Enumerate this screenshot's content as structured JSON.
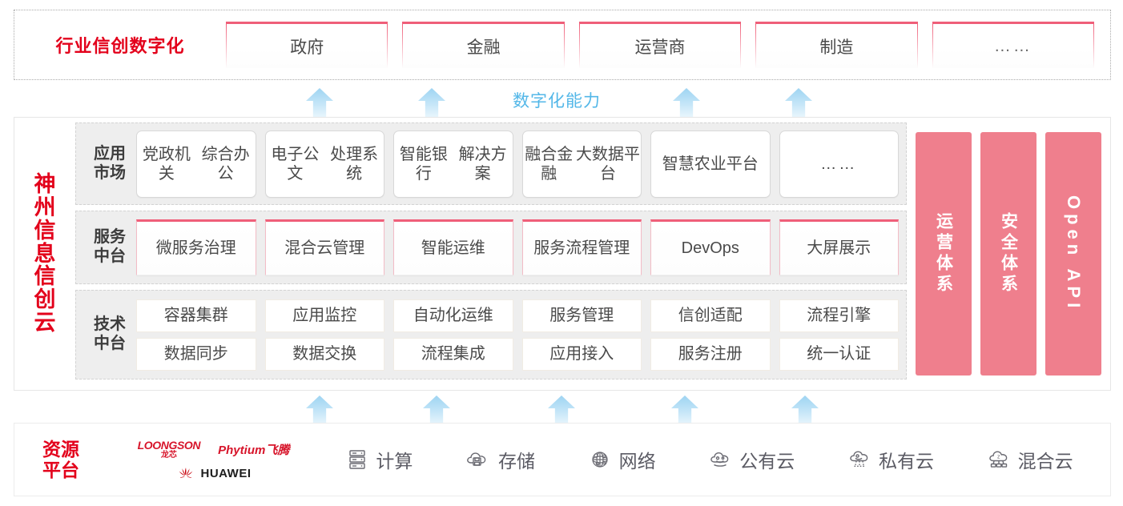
{
  "industry": {
    "title": "行业信创数字化",
    "boxes": [
      {
        "label": "政府"
      },
      {
        "label": "金融"
      },
      {
        "label": "运营商"
      },
      {
        "label": "制造"
      },
      {
        "label": "……"
      }
    ]
  },
  "capability": {
    "label": "数字化能力"
  },
  "cloud": {
    "title_chars": [
      "神",
      "州",
      "信",
      "息",
      "信",
      "创",
      "云"
    ],
    "rows": [
      {
        "label_line1": "应用",
        "label_line2": "市场",
        "cells": [
          "党政机关\n综合办公",
          "电子公文\n处理系统",
          "智能银行\n解决方案",
          "融合金融\n大数据平台",
          "智慧农业\n平台",
          "……"
        ]
      },
      {
        "label_line1": "服务",
        "label_line2": "中台",
        "cells": [
          "微服务\n治理",
          "混合云\n管理",
          "智能运维",
          "服务流程\n管理",
          "DevOps",
          "大屏展示"
        ]
      },
      {
        "label_line1": "技术",
        "label_line2": "中台",
        "cells_top": [
          "容器集群",
          "应用监控",
          "自动化运维",
          "服务管理",
          "信创适配",
          "流程引擎"
        ],
        "cells_bottom": [
          "数据同步",
          "数据交换",
          "流程集成",
          "应用接入",
          "服务注册",
          "统一认证"
        ]
      }
    ],
    "pillars": [
      {
        "text": "运营体系",
        "type": "cjk"
      },
      {
        "text": "安全体系",
        "type": "cjk"
      },
      {
        "text": "Open API",
        "type": "latin"
      }
    ]
  },
  "resource": {
    "title_line1": "资源",
    "title_line2": "平台",
    "logos": [
      {
        "name": "loongson-logo",
        "en": "LOONGSON",
        "cn": "龙芯"
      },
      {
        "name": "phytium-logo",
        "text": "Phytium飞腾"
      },
      {
        "name": "huawei-logo",
        "text": "HUAWEI"
      }
    ],
    "items": [
      {
        "icon": "server-icon",
        "label": "计算"
      },
      {
        "icon": "storage-cloud-icon",
        "label": "存储"
      },
      {
        "icon": "network-icon",
        "label": "网络"
      },
      {
        "icon": "public-cloud-icon",
        "label": "公有云"
      },
      {
        "icon": "private-cloud-icon",
        "label": "私有云"
      },
      {
        "icon": "hybrid-cloud-icon",
        "label": "混合云"
      }
    ]
  },
  "colors": {
    "brand_red": "#e3001b",
    "pink": "#ef5f79",
    "pillar_pink": "#ef7f8d",
    "arrow_blue": "#9ed4f2",
    "capability_blue": "#53b7e8"
  }
}
